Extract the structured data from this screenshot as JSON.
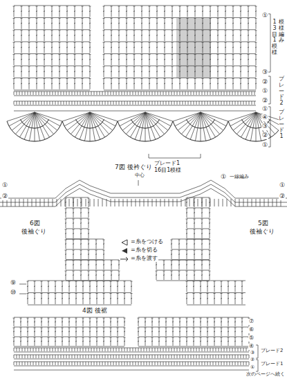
{
  "diagram": {
    "labels": [
      "①",
      "③",
      "②",
      "①",
      "②",
      "①",
      "④",
      "③",
      "②",
      "①",
      "13目1模様",
      "模様編み",
      "ブレード2",
      "ブレード1",
      "ブレード1",
      "16目1模様",
      "7図 後衿ぐり",
      "中心",
      "①",
      "一線編み",
      "①",
      "②",
      "①",
      "②",
      "6図",
      "後袖ぐり",
      "⑨",
      "⑩",
      "5図",
      "後袖ぐり",
      "4図 後裾",
      "⑦",
      "⑥",
      "⑤",
      "④",
      "③",
      "②",
      "①",
      "ブレード2",
      "ブレード1",
      "次のページへ続く"
    ],
    "legend": [
      {
        "text": "=糸をつける"
      },
      {
        "text": "=糸を切る"
      },
      {
        "text": "=糸を渡す"
      }
    ]
  }
}
